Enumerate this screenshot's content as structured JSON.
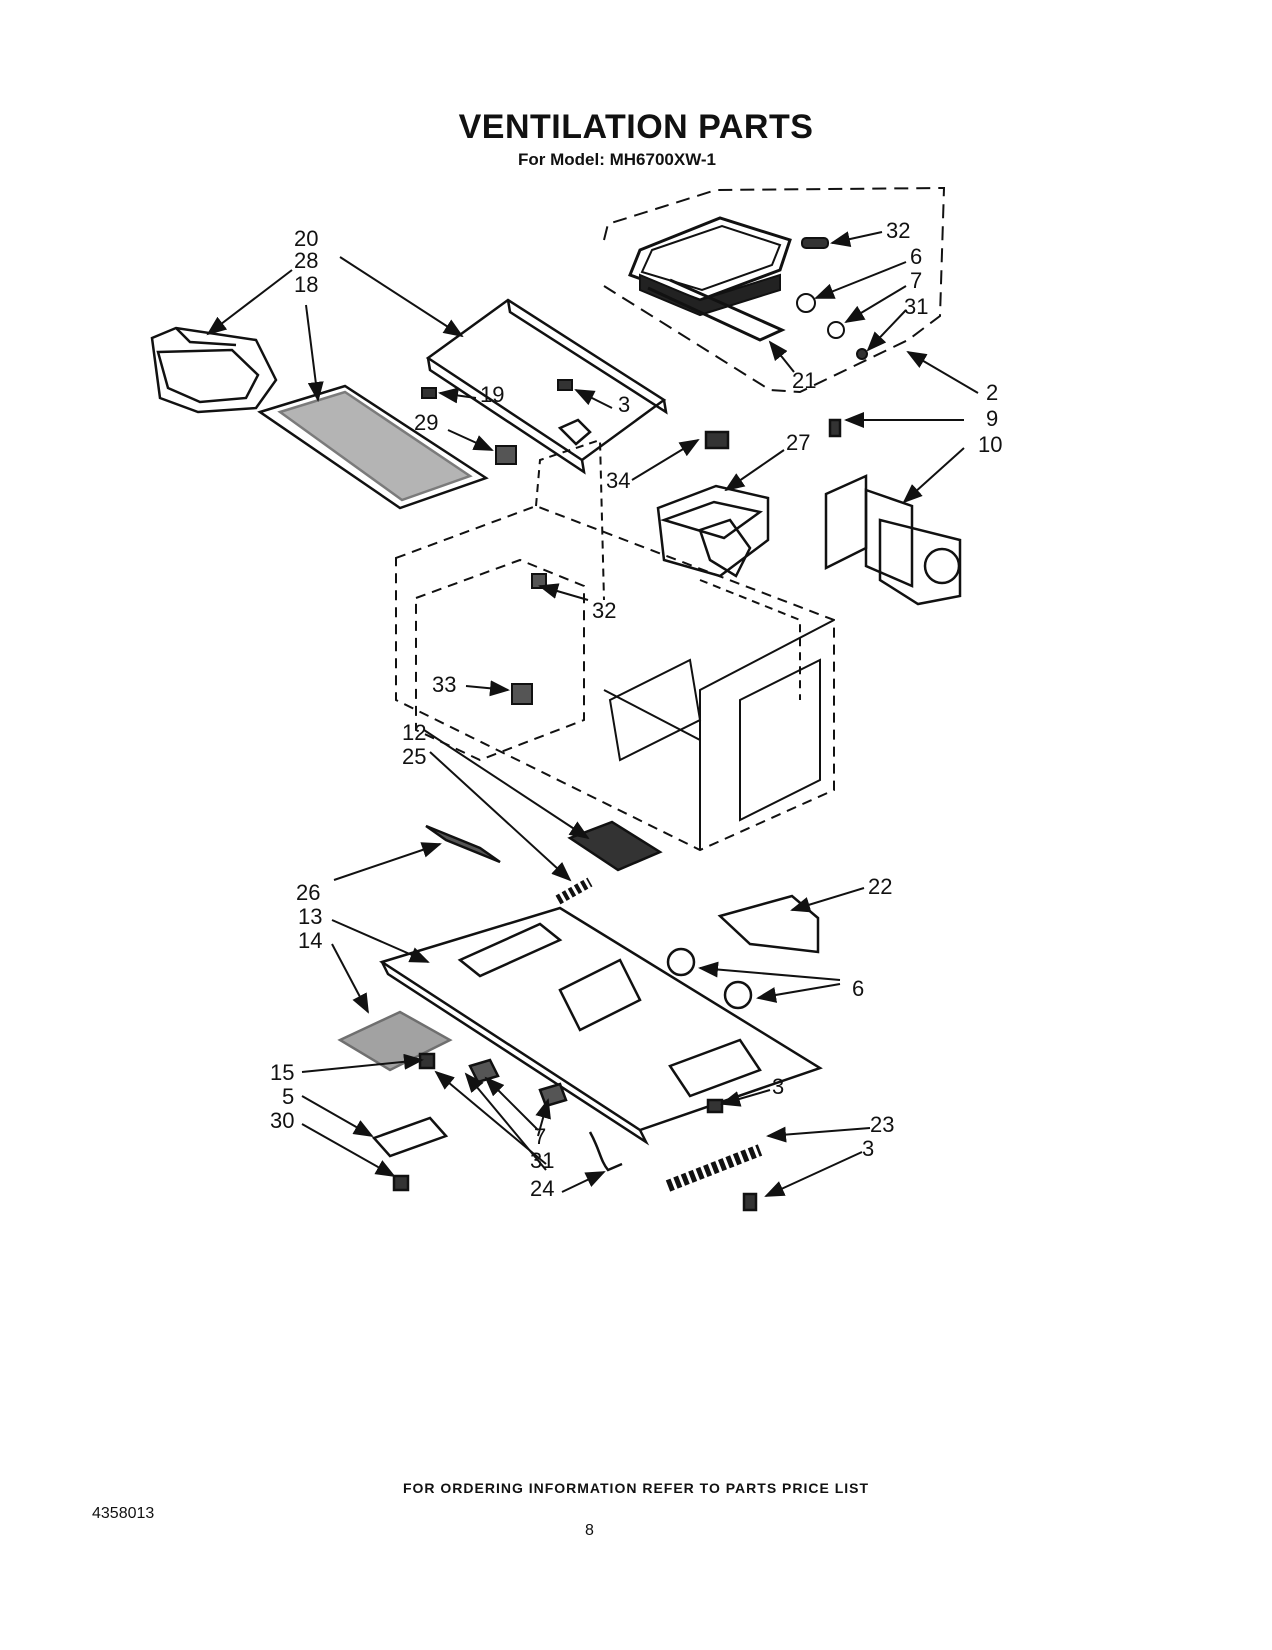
{
  "header": {
    "title": "VENTILATION PARTS",
    "subtitle": "For Model: MH6700XW-1"
  },
  "callouts": {
    "c20": "20",
    "c28": "28",
    "c18": "18",
    "c19": "19",
    "c29": "29",
    "c3a": "3",
    "c32a": "32",
    "c6a": "6",
    "c7a": "7",
    "c31a": "31",
    "c21": "21",
    "c2": "2",
    "c9": "9",
    "c10": "10",
    "c27": "27",
    "c34": "34",
    "c32b": "32",
    "c33": "33",
    "c12": "12",
    "c25": "25",
    "c22": "22",
    "c26": "26",
    "c13": "13",
    "c14": "14",
    "c6b": "6",
    "c15": "15",
    "c5": "5",
    "c30": "30",
    "c7b": "7",
    "c31b": "31",
    "c24": "24",
    "c3b": "3",
    "c23": "23",
    "c3c": "3"
  },
  "footer": {
    "ordering_note": "FOR ORDERING INFORMATION REFER TO PARTS PRICE LIST",
    "document_number": "4358013",
    "page_number": "8"
  }
}
